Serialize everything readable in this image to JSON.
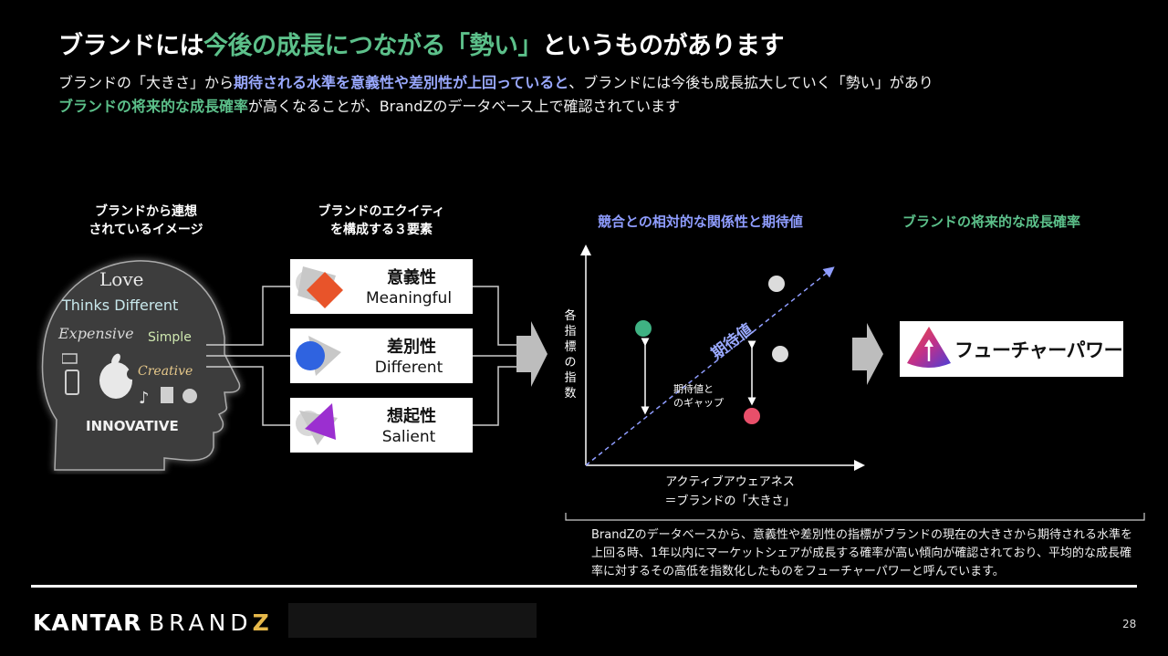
{
  "slide": {
    "title_prefix": "ブランドには",
    "title_highlight": "今後の成長につながる「勢い」",
    "title_suffix": "というものがあります",
    "sub1_a": "ブランドの「大きさ」から",
    "sub1_b": "期待される水準を意義性や差別性が上回っていると",
    "sub1_c": "、ブランドには今後も成長拡大していく「勢い」があり",
    "sub2_a": "ブランドの将来的な成長確率",
    "sub2_b": "が高くなることが、BrandZのデータベース上で確認されています"
  },
  "head": {
    "label_line1": "ブランドから連想",
    "label_line2": "されているイメージ",
    "words": {
      "love": "Love",
      "thinks_different": "Thinks Different",
      "expensive": "Expensive",
      "simple": "Simple",
      "creative": "Creative",
      "innovative": "INNOVATIVE"
    }
  },
  "equity": {
    "label_line1": "ブランドのエクイティ",
    "label_line2": "を構成する３要素",
    "cards": [
      {
        "jp": "意義性",
        "en": "Meaningful",
        "color": "#e8542a"
      },
      {
        "jp": "差別性",
        "en": "Different",
        "color": "#2f63e0"
      },
      {
        "jp": "想起性",
        "en": "Salient",
        "color": "#9b2fd0"
      }
    ]
  },
  "chart": {
    "heading": "競合との相対的な関係性と期待値",
    "y_label": "各指標の指数",
    "x_label_line1": "アクティブアウェアネス",
    "x_label_line2": "＝ブランドの「大きさ」",
    "diagonal_label": "期待値",
    "gap_label_line1": "期待値と",
    "gap_label_line2": "のギャップ",
    "colors": {
      "green_point": "#3fb283",
      "red_point": "#e84f6a",
      "grey_point": "#dcdcdc",
      "diag": "#8f9dff"
    }
  },
  "future": {
    "heading": "ブランドの将来的な成長確率",
    "label": "フューチャーパワー"
  },
  "note": "BrandZのデータベースから、意義性や差別性の指標がブランドの現在の大きさから期待される水準を上回る時、1年以内にマーケットシェアが成長する確率が高い傾向が確認されており、平均的な成長確率に対するその高低を指数化したものをフューチャーパワーと呼んでいます。",
  "footer": {
    "kantar": "KANTAR",
    "brand": "BRAND",
    "z": "Z",
    "page": "28"
  }
}
